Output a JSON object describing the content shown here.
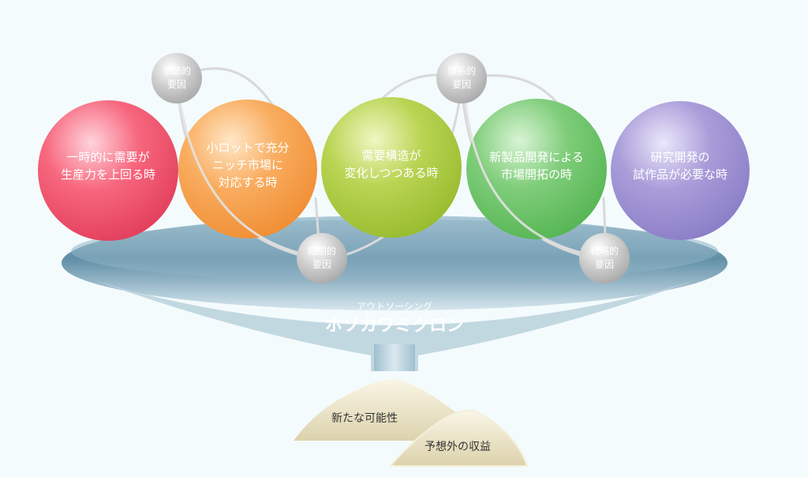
{
  "circles": [
    {
      "lines": [
        "一時的に需要が",
        "生産力を上回る時"
      ],
      "color": "#f0506a"
    },
    {
      "lines": [
        "小ロットで充分",
        "ニッチ市場に",
        "対応する時"
      ],
      "color": "#f7a04c"
    },
    {
      "lines": [
        "需要構造が",
        "変化しつつある時"
      ],
      "color": "#a8c83c"
    },
    {
      "lines": [
        "新製品開発による",
        "市場開拓の時"
      ],
      "color": "#6cc46c"
    },
    {
      "lines": [
        "研究開発の",
        "試作品が必要な時"
      ],
      "color": "#9a8ed0"
    }
  ],
  "factors": [
    {
      "lines": [
        "季節的",
        "要因"
      ]
    },
    {
      "lines": [
        "体系的",
        "要因"
      ]
    },
    {
      "lines": [
        "短期的",
        "要因"
      ]
    },
    {
      "lines": [
        "戦略的",
        "要因"
      ]
    }
  ],
  "funnel": {
    "subtitle": "アウトソーシング",
    "title": "ホソカワミクロン"
  },
  "outcomes": [
    {
      "label": "新たな可能性"
    },
    {
      "label": "予想外の収益"
    }
  ],
  "colors": {
    "funnel_dark": "#4f7f99",
    "funnel_light": "#c9dce5",
    "pile": "#ece4c6",
    "factor": "#bdbdbd",
    "text": "#ffffff",
    "outcome_text": "#333333"
  }
}
